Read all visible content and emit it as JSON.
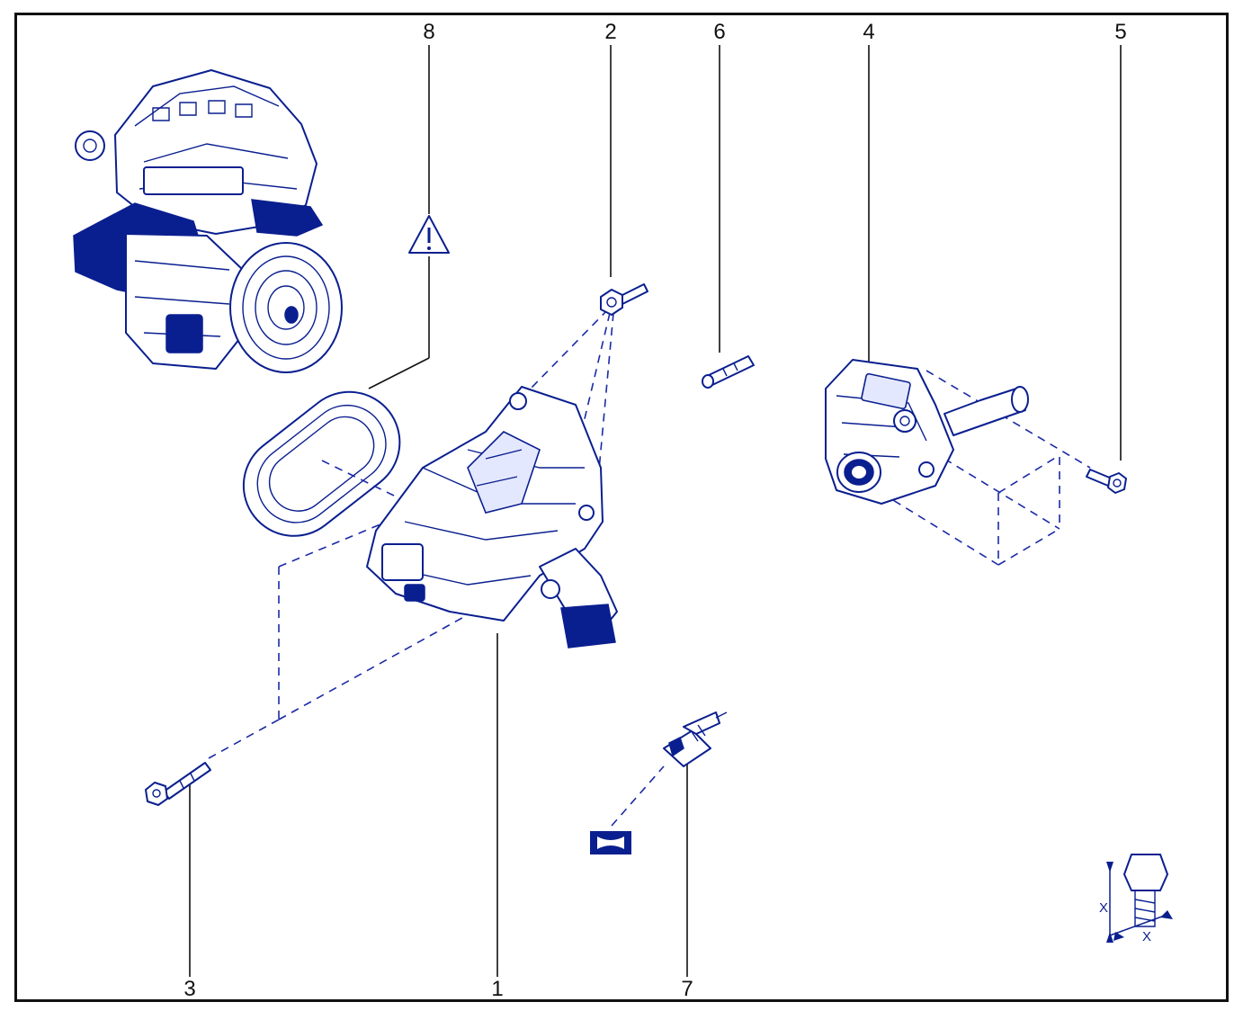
{
  "callouts": [
    {
      "id": "1",
      "label": "1"
    },
    {
      "id": "2",
      "label": "2"
    },
    {
      "id": "3",
      "label": "3"
    },
    {
      "id": "4",
      "label": "4"
    },
    {
      "id": "5",
      "label": "5"
    },
    {
      "id": "6",
      "label": "6"
    },
    {
      "id": "7",
      "label": "7"
    },
    {
      "id": "8",
      "label": "8"
    }
  ],
  "dimension_label": "X",
  "colors": {
    "line_art": "#0a1f8f",
    "frame": "#111111",
    "background": "#ffffff"
  },
  "icons": {
    "warning": "warning-triangle-icon",
    "seal": "seal-compound-icon",
    "bolt_dimension": "bolt-dimension-icon"
  }
}
